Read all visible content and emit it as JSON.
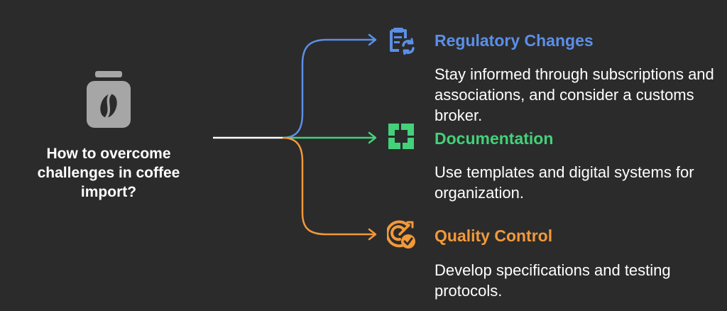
{
  "central": {
    "icon": "coffee-bean-bag-icon",
    "title": "How to overcome challenges in coffee import?"
  },
  "branches": [
    {
      "title": "Regulatory Changes",
      "description": "Stay informed through subscriptions and associations, and consider a customs broker.",
      "color": "#5b8fe8",
      "icon": "clipboard-refresh-icon"
    },
    {
      "title": "Documentation",
      "description": "Use templates and digital systems for organization.",
      "color": "#43d17a",
      "icon": "document-frame-icon"
    },
    {
      "title": "Quality Control",
      "description": "Develop specifications and testing protocols.",
      "color": "#f2993a",
      "icon": "target-check-icon"
    }
  ],
  "colors": {
    "background": "#2b2b2b",
    "text": "#ffffff",
    "icon_gray": "#a6a6a6"
  }
}
